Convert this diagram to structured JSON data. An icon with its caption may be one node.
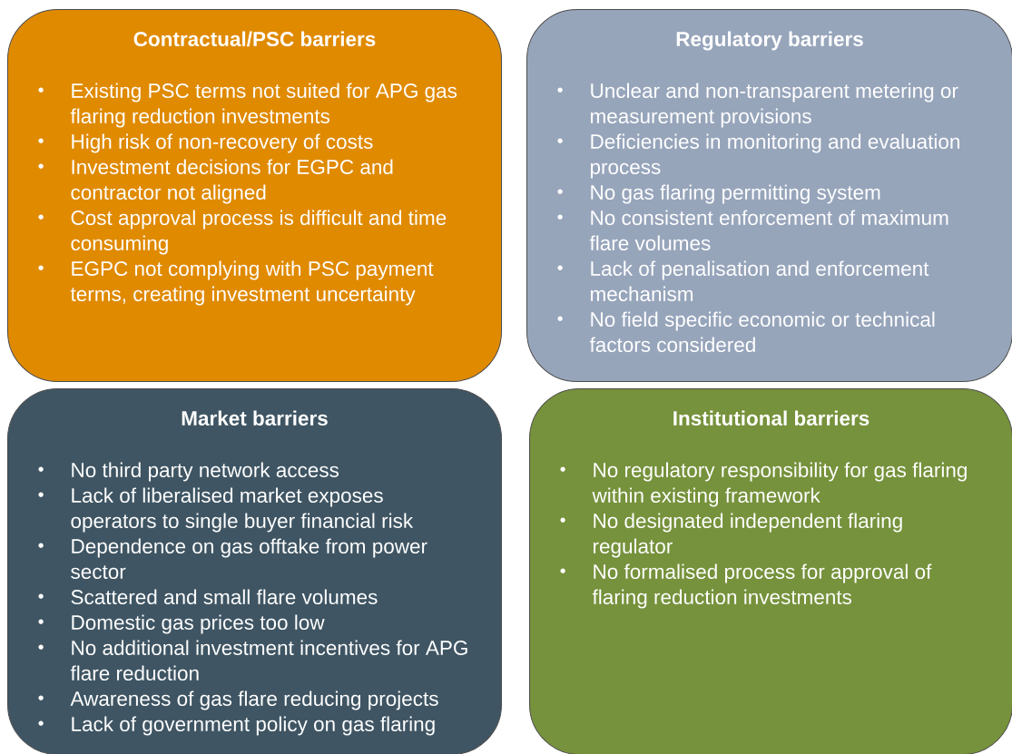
{
  "diagram": {
    "nodes": [
      {
        "text": [
          "Contractual/PSC barriers",
          "Existing PSC terms not suited for APG gas flaring reduction investments",
          "High risk of non-recovery of costs",
          "Investment decisions for EGPC and contractor not aligned",
          "Cost approval process is difficult and time consuming",
          "EGPC not complying with PSC payment terms, creating investment uncertainty"
        ]
      },
      {
        "text": [
          "Regulatory barriers",
          "Unclear and non-transparent metering or measurement provisions",
          "Deficiencies in monitoring and evaluation process",
          "No gas flaring permitting system",
          "No consistent enforcement of maximum flare volumes",
          "Lack of penalisation and enforcement mechanism",
          "No field specific economic or technical factors considered"
        ]
      },
      {
        "text": [
          "Market barriers",
          "No third party network access",
          "Lack of liberalised market exposes operators to single buyer financial risk",
          "Dependence on gas offtake from power sector",
          "Scattered and small flare volumes",
          "Domestic gas prices too low",
          "No additional investment incentives for APG flare reduction",
          "Awareness of gas flare reducing projects",
          "Lack of government policy on gas flaring"
        ]
      },
      {
        "text": [
          "Institutional barriers",
          "No regulatory responsibility for gas flaring within existing framework",
          "No designated independent flaring regulator",
          "No formalised process for approval of flaring reduction investments"
        ]
      }
    ]
  }
}
